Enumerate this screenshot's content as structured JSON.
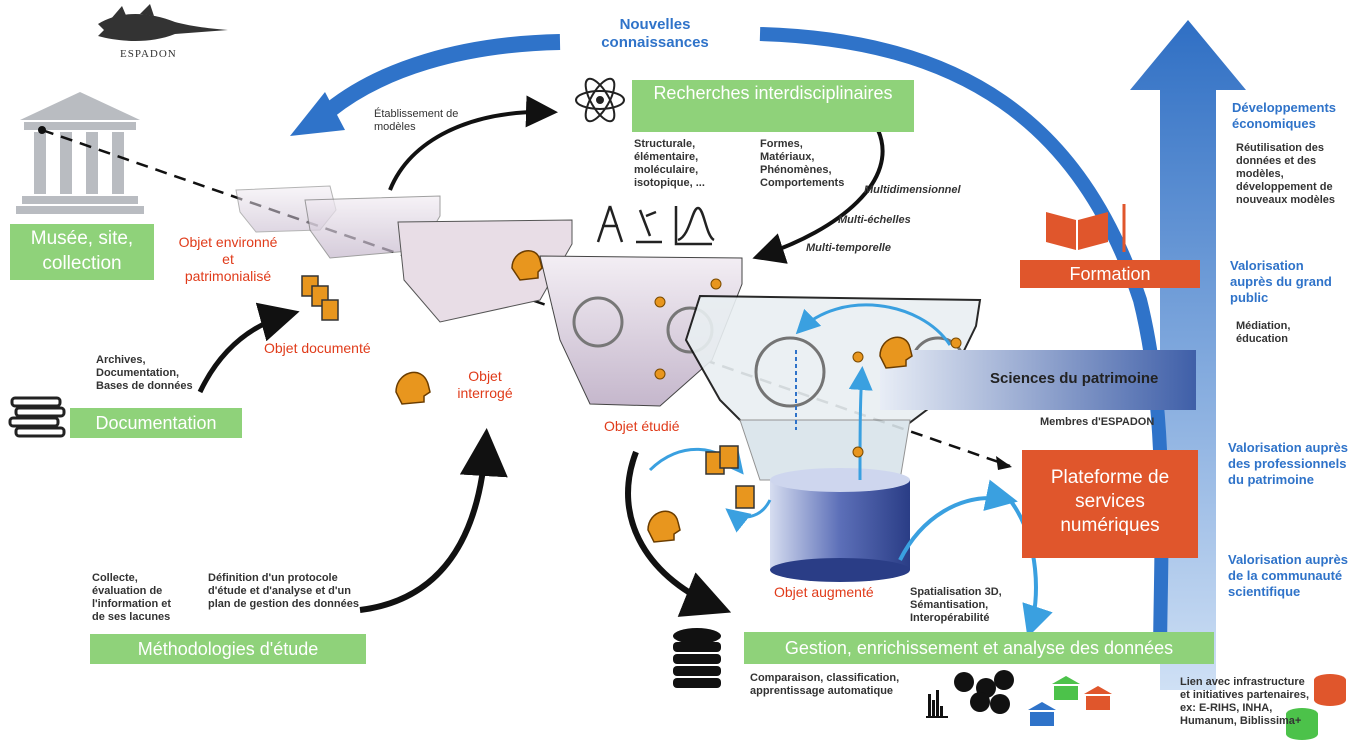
{
  "logo": {
    "label": "ESPADON"
  },
  "top_flow": {
    "label": "Nouvelles connaissances"
  },
  "boxes": {
    "musee": "Musée, site, collection",
    "documentation": "Documentation",
    "methodologies": "Méthodologies d'étude",
    "recherches": "Recherches interdisciplinaires",
    "formation": "Formation",
    "sciences": "Sciences du patrimoine",
    "plateforme": "Plateforme de services numériques",
    "gestion": "Gestion, enrichissement et analyse des données"
  },
  "notes": {
    "etablissement": "Établissement de modèles",
    "structurale": "Structurale, élémentaire, moléculaire, isotopique, ...",
    "formes": "Formes, Matériaux, Phénomènes, Comportements",
    "multidim": "Multidimensionnel",
    "multiechelles": "Multi-échelles",
    "multitemp": "Multi-temporelle",
    "archives": "Archives, Documentation, Bases de données",
    "collecte": "Collecte, évaluation de l'information et de ses lacunes",
    "definition": "Définition d'un protocole d'étude et d'analyse et d'un plan de gestion des données",
    "spatialisation": "Spatialisation 3D, Sémantisation, Interopérabilité",
    "comparaison": "Comparaison, classification, apprentissage automatique",
    "membres": "Membres d'ESPADON",
    "lien": "Lien avec infrastructure et initiatives partenaires, ex: E-RIHS, INHA, Humanum, Biblissima+"
  },
  "objets": {
    "environne": "Objet environné et patrimonialisé",
    "documente": "Objet documenté",
    "interroge": "Objet interrogé",
    "etudie": "Objet étudié",
    "augmente": "Objet augmenté"
  },
  "right_column": {
    "dev": "Développements économiques",
    "reutil": "Réutilisation des données et des modèles, développement de nouveaux modèles",
    "grand_public": "Valorisation auprès du grand public",
    "mediation": "Médiation, éducation",
    "professionnels": "Valorisation auprès des professionnels du patrimoine",
    "communaute": "Valorisation auprès de la communauté scientifique"
  },
  "colors": {
    "green": "#8fd27a",
    "orange": "#e0562c",
    "blue": "#2f73c9",
    "red_text": "#e03b1a"
  }
}
